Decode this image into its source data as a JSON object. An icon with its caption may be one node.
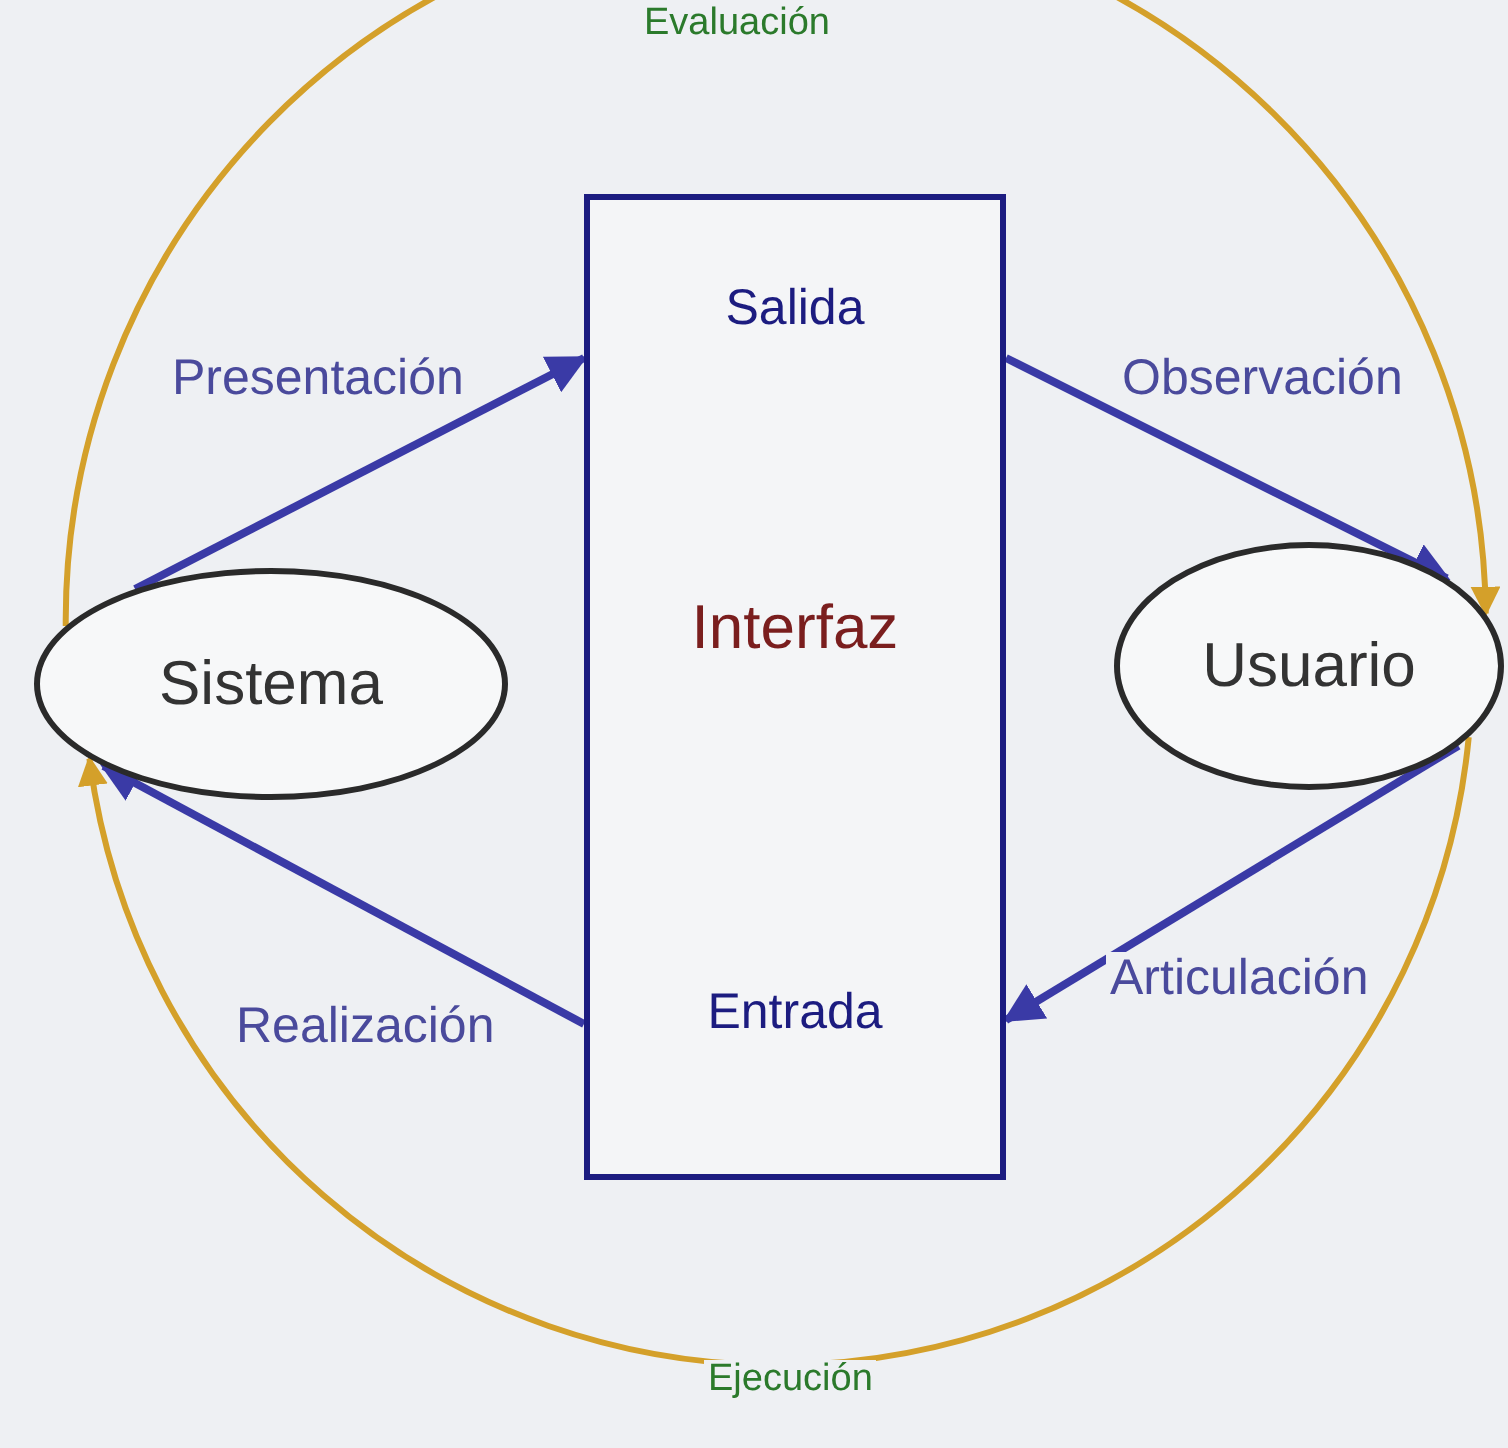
{
  "diagram": {
    "nodes": [
      {
        "text": [
          "Sistema"
        ]
      },
      {
        "text": [
          "Salida",
          "Interfaz",
          "Entrada"
        ]
      },
      {
        "text": [
          "Usuario"
        ]
      }
    ],
    "edges": [
      {
        "from": 0,
        "to": 1,
        "arrow": "to",
        "label": "Presentación"
      },
      {
        "from": 1,
        "to": 2,
        "arrow": "to",
        "label": "Observación"
      },
      {
        "from": 2,
        "to": 1,
        "arrow": "to",
        "label": "Articulación"
      },
      {
        "from": 1,
        "to": 0,
        "arrow": "to",
        "label": "Realización"
      },
      {
        "from": 0,
        "to": 2,
        "arrow": "to",
        "label": "Evaluación",
        "color": "#d4a02a"
      },
      {
        "from": 2,
        "to": 0,
        "arrow": "to",
        "label": "Ejecución",
        "color": "#d4a02a"
      }
    ]
  }
}
